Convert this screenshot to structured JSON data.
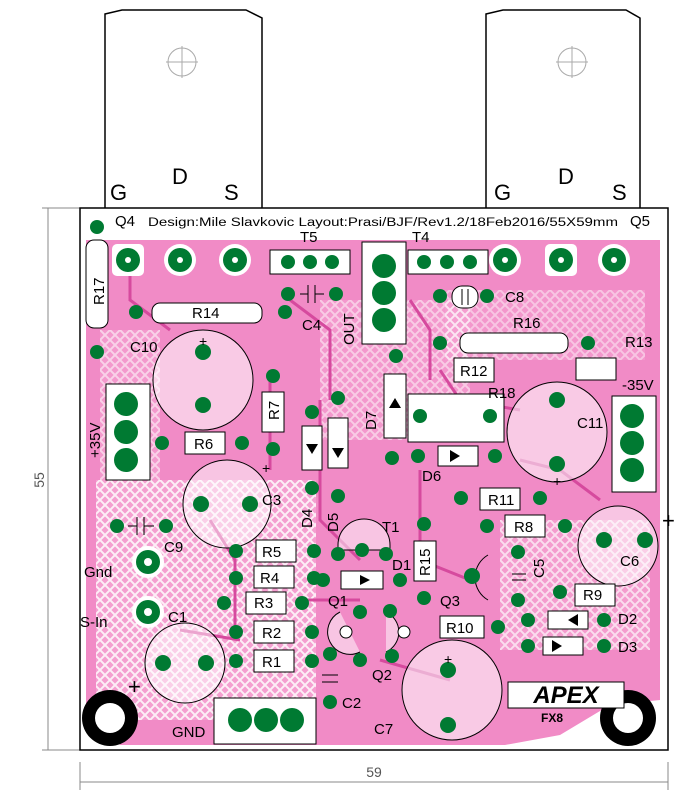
{
  "header_text": "Design:Mile  Slavkovic  Layout:Prasi/BJF/Rev1.2/18Feb2016/55X59mm",
  "board_width_mm": "59",
  "board_height_mm": "55",
  "logo_text": "APEX",
  "model_text": "FX8",
  "colors": {
    "board": "#f18bc6",
    "copper_dark": "#d64a9e",
    "pad": "#007a32",
    "silk": "#000000"
  },
  "heatsinks": [
    {
      "id": "Q4-heatsink",
      "pins": [
        "G",
        "D",
        "S"
      ]
    },
    {
      "id": "Q5-heatsink",
      "pins": [
        "G",
        "D",
        "S"
      ]
    }
  ],
  "connectors": {
    "pos_supply": "+35V",
    "neg_supply": "-35V",
    "gnd": "Gnd",
    "signal_in": "S-In",
    "gnd_bottom": "GND",
    "out": "OUT"
  },
  "labels": {
    "Q4": "Q4",
    "Q5": "Q5",
    "T5": "T5",
    "T4": "T4",
    "R17": "R17",
    "R14": "R14",
    "C10": "C10",
    "C4": "C4",
    "C8": "C8",
    "R16": "R16",
    "R13": "R13",
    "R12": "R12",
    "R18": "R18",
    "C11": "C11",
    "R7": "R7",
    "R6": "R6",
    "D7": "D7",
    "D6": "D6",
    "C3": "C3",
    "D4": "D4",
    "D5": "D5",
    "R11": "R11",
    "R8": "R8",
    "C6": "C6",
    "C9": "C9",
    "T1": "T1",
    "R5": "R5",
    "R4": "R4",
    "D1": "D1",
    "R15": "R15",
    "C5": "C5",
    "R9": "R9",
    "D2": "D2",
    "D3": "D3",
    "C1": "C1",
    "R3": "R3",
    "Q1": "Q1",
    "Q3": "Q3",
    "R10": "R10",
    "R2": "R2",
    "R1": "R1",
    "Q2": "Q2",
    "C2": "C2",
    "C7": "C7"
  },
  "polarity": {
    "plus": "+",
    "minus": "-"
  }
}
